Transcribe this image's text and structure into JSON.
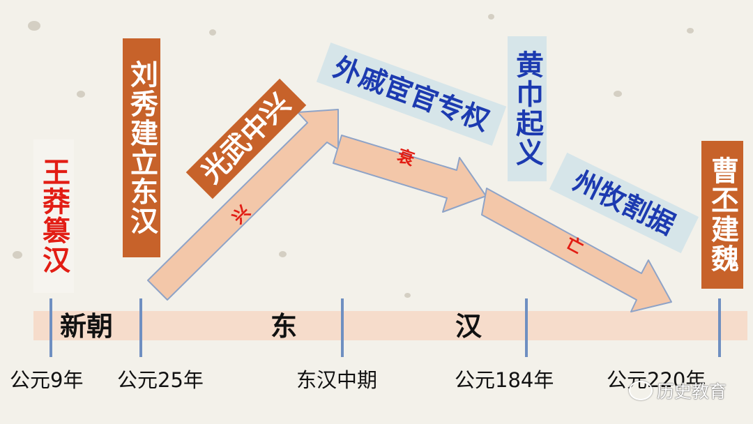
{
  "timeline": {
    "eras": [
      "新朝",
      "东",
      "汉"
    ],
    "dates": [
      "公元9年",
      "公元25年",
      "东汉中期",
      "公元184年",
      "公元220年"
    ]
  },
  "events": {
    "wang_mang": "王莽篡汉",
    "liu_xiu": "刘秀建立东汉",
    "guangwu": "光武中兴",
    "waiqi": "外戚宦官专权",
    "huangjin": "黄巾起义",
    "zhoumu": "州牧割据",
    "cao_pi": "曹丕建魏"
  },
  "arrows": {
    "rise": "兴",
    "decline": "衰",
    "fall": "亡"
  },
  "watermark": "历史教育",
  "colors": {
    "orange": "#c7622a",
    "blue_text": "#1c3ab0",
    "red_text": "#e21d14",
    "arrow_fill": "#f3c7a9",
    "arrow_stroke": "#8ea3c7",
    "tick": "#6f8fc1"
  }
}
